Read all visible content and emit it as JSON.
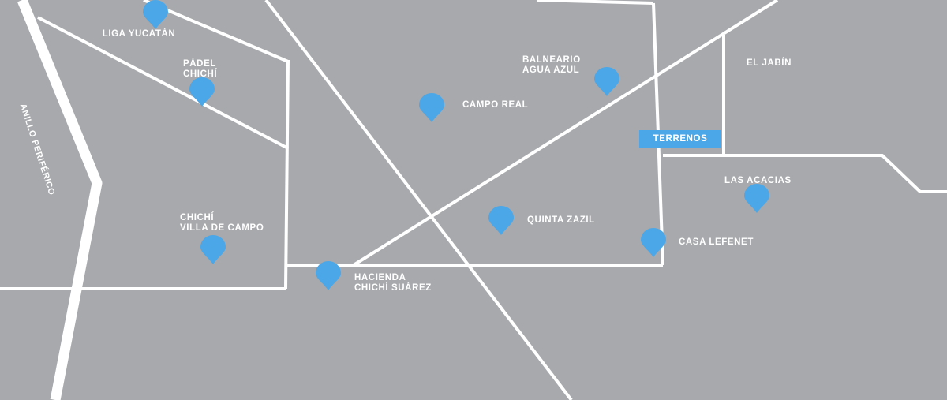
{
  "places": {
    "liga_yucatan": "LIGA YUCATÁN",
    "padel_chichi": [
      "PÁDEL",
      "CHICHÍ"
    ],
    "balneario_agua_azul": [
      "BALNEARIO",
      "AGUA AZUL"
    ],
    "campo_real": "CAMPO REAL",
    "el_jabin": "EL JABÍN",
    "las_acacias": "LAS ACACIAS",
    "quinta_zazil": "QUINTA ZAZIL",
    "casa_lefenet": "CASA LEFENET",
    "chichi_villa_de_campo": [
      "CHICHÍ",
      "VILLA DE CAMPO"
    ],
    "hacienda_chichi_suarez": [
      "HACIENDA",
      "CHICHÍ SUÁREZ"
    ]
  },
  "roads": {
    "anillo_periferico": "ANILLO PERIFÉRICO"
  },
  "badge": {
    "terrenos": "TERRENOS"
  },
  "colors": {
    "background": "#a7a9ac",
    "road": "#ffffff",
    "pin": "#4ba7e7",
    "badge": "#4ba7e7"
  },
  "icons": {
    "pin": "map-pin-icon"
  }
}
